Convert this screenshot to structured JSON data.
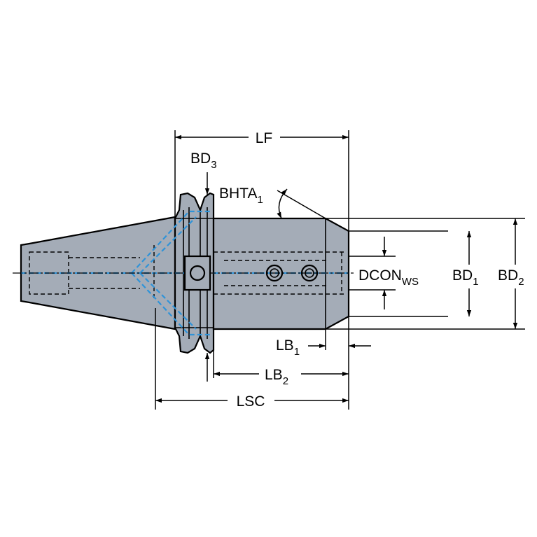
{
  "labels": {
    "lf": "LF",
    "bd3": {
      "base": "BD",
      "sub": "3"
    },
    "bhta1": {
      "base": "BHTA",
      "sub": "1"
    },
    "dcon": {
      "base": "DCON",
      "sub": "WS"
    },
    "bd1": {
      "base": "BD",
      "sub": "1"
    },
    "bd2": {
      "base": "BD",
      "sub": "2"
    },
    "lb1": {
      "base": "LB",
      "sub": "1"
    },
    "lb2": {
      "base": "LB",
      "sub": "2"
    },
    "lsc": "LSC"
  },
  "colors": {
    "body": "#a4acb7",
    "coolant": "#2f93d8",
    "line": "#000000"
  }
}
